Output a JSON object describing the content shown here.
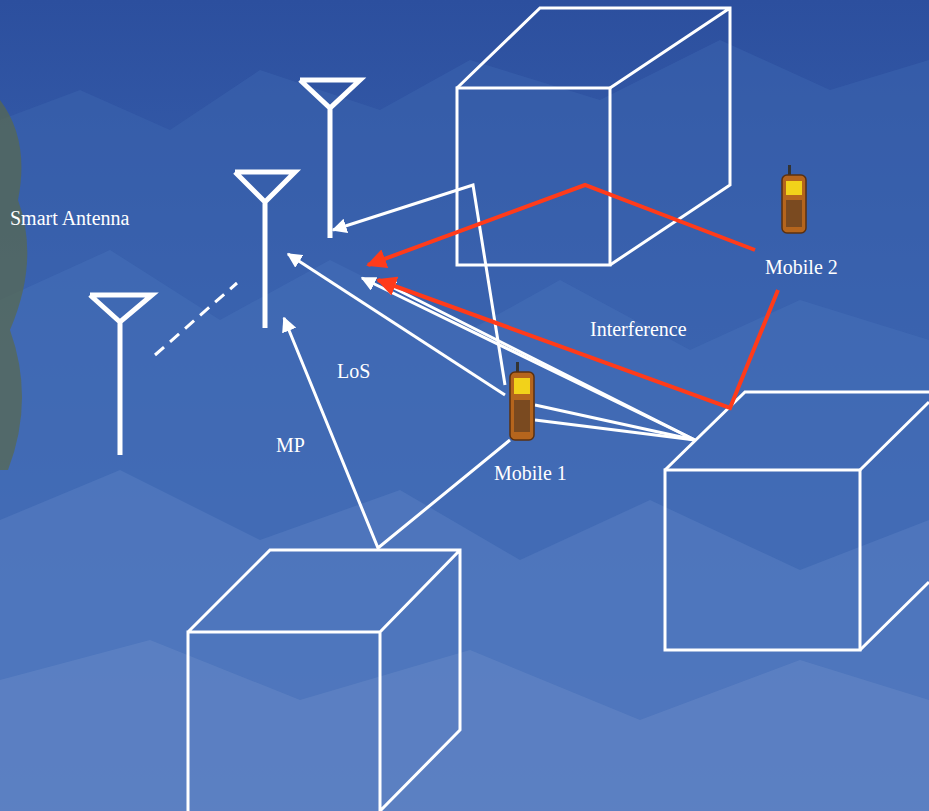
{
  "diagram": {
    "labels": [
      "Smart Antenna",
      "LoS",
      "Interference",
      "Mobile 2",
      "MP",
      "Mobile 1"
    ]
  }
}
